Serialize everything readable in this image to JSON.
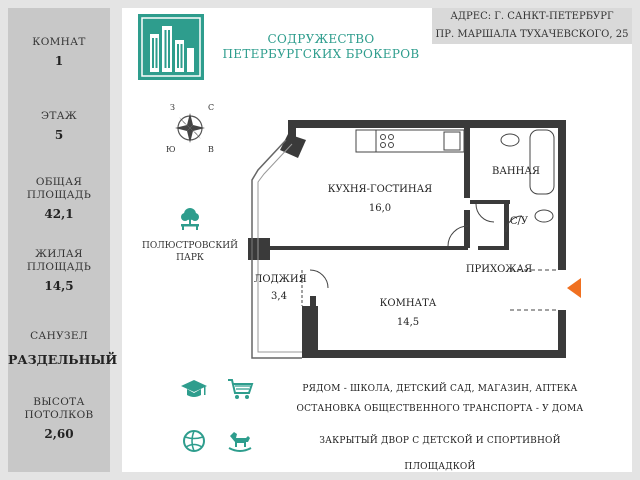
{
  "stats": [
    {
      "label": "КОМНАТ",
      "value": "1"
    },
    {
      "label": "ЭТАЖ",
      "value": "5"
    },
    {
      "label": "ОБЩАЯ\nПЛОЩАДЬ",
      "value": "42,1"
    },
    {
      "label": "ЖИЛАЯ\nПЛОЩАДЬ",
      "value": "14,5"
    },
    {
      "label": "САНУЗЕЛ",
      "value": "РАЗДЕЛЬНЫЙ"
    },
    {
      "label": "ВЫСОТА\nПОТОЛКОВ",
      "value": "2,60"
    }
  ],
  "company": {
    "line1": "СОДРУЖЕСТВО",
    "line2": "ПЕТЕРБУРГСКИХ БРОКЕРОВ"
  },
  "address": {
    "line1": "АДРЕС: Г. САНКТ-ПЕТЕРБУРГ",
    "line2": "ПР. МАРШАЛА ТУХАЧЕВСКОГО, 25"
  },
  "compass": {
    "n": "З",
    "e": "С",
    "s": "Ю",
    "w": "В"
  },
  "park": {
    "line1": "ПОЛЮСТРОВСКИЙ",
    "line2": "ПАРК"
  },
  "rooms": {
    "kitchen": {
      "name": "КУХНЯ-ГОСТИНАЯ",
      "area": "16,0"
    },
    "bath": {
      "name": "ВАННАЯ"
    },
    "wc": {
      "name": "С/У"
    },
    "hall": {
      "name": "ПРИХОЖАЯ"
    },
    "loggia": {
      "name": "ЛОДЖИЯ",
      "area": "3,4"
    },
    "room": {
      "name": "КОМНАТА",
      "area": "14,5"
    }
  },
  "features": [
    {
      "icon": "graduation-cap-icon",
      "icon2": "shopping-cart-icon",
      "text": "РЯДОМ - ШКОЛА, ДЕТСКИЙ САД, МАГАЗИН, АПТЕКА"
    },
    {
      "text": "ОСТАНОВКА ОБЩЕСТВЕННОГО ТРАНСПОРТА - У ДОМА"
    },
    {
      "icon": "volleyball-icon",
      "icon2": "rocking-horse-icon",
      "text": "ЗАКРЫТЫЙ ДВОР С ДЕТСКОЙ И СПОРТИВНОЙ ПЛОЩАДКОЙ"
    }
  ],
  "colors": {
    "accent": "#2e9d8d",
    "arrow": "#f07020",
    "wall": "#3a3a3a"
  }
}
